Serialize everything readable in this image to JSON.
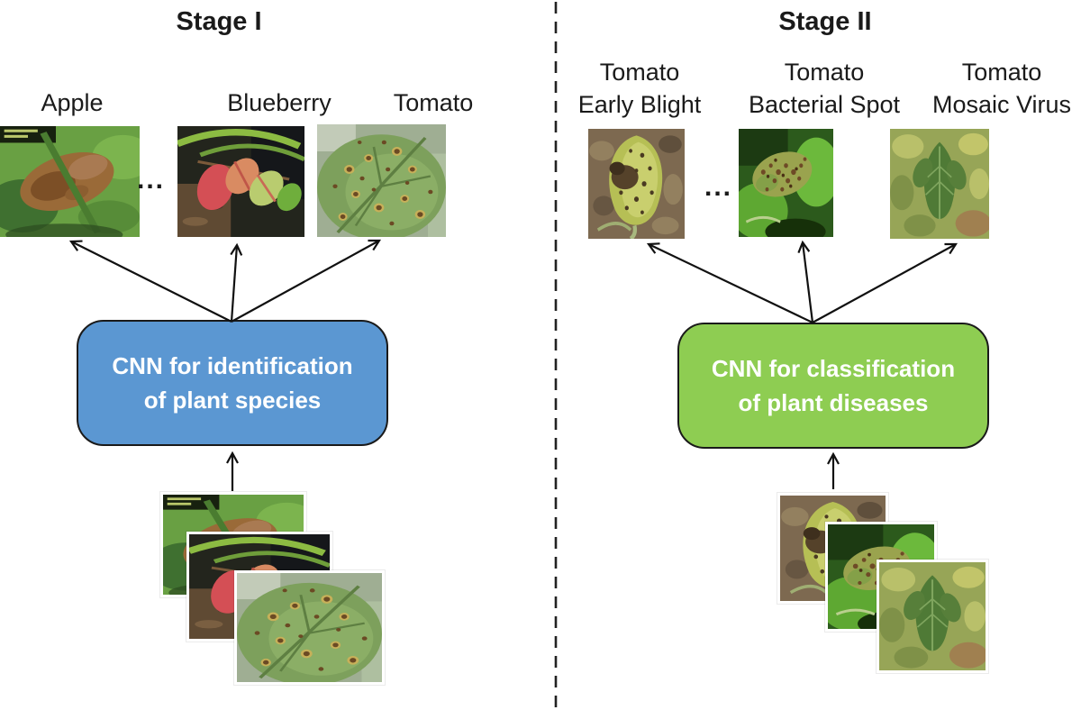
{
  "figure": {
    "type": "two-stage CNN pipeline diagram",
    "stage1": {
      "title": "Stage I",
      "ellipsis": "...",
      "species": [
        "Apple",
        "Blueberry",
        "Tomato"
      ],
      "photos": [
        "apple-diseased-leaf",
        "blueberry-red-leaves",
        "tomato-spotted-leaf"
      ],
      "box": {
        "line1": "CNN for identification",
        "line2": "of plant species"
      }
    },
    "stage2": {
      "title": "Stage II",
      "ellipsis": "...",
      "diseases": [
        {
          "line1": "Tomato",
          "line2": "Early Blight"
        },
        {
          "line1": "Tomato",
          "line2": "Bacterial Spot"
        },
        {
          "line1": "Tomato",
          "line2": "Mosaic Virus"
        }
      ],
      "photos": [
        "tomato-early-blight-leaf",
        "tomato-bacterial-spot-leaf",
        "tomato-mosaic-virus-leaf"
      ],
      "box": {
        "line1": "CNN for classification",
        "line2": "of plant diseases"
      }
    },
    "colors": {
      "stage1_box": "#5b97d2",
      "stage2_box": "#8ecd52",
      "box_border": "#1a1a1a",
      "arrow": "#111111",
      "divider": "#222222",
      "text": "#1a1a1a"
    }
  }
}
